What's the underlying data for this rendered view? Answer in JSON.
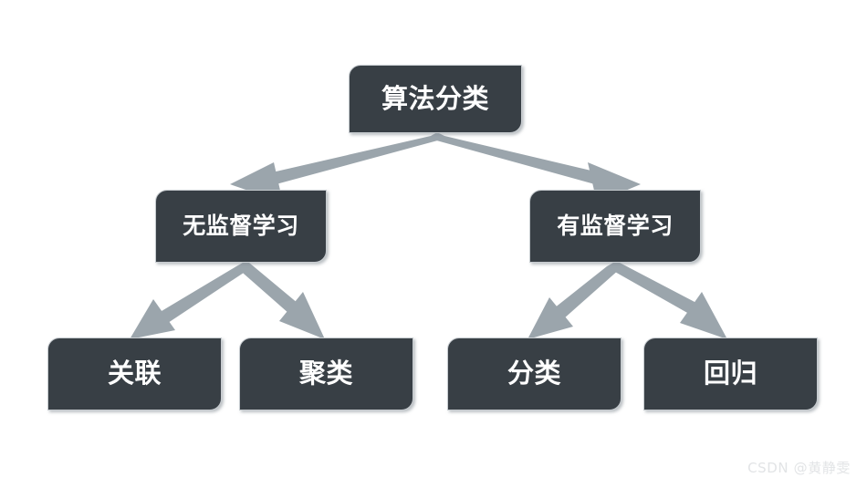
{
  "diagram": {
    "title_node": {
      "label": "算法分类"
    },
    "nodes": [
      {
        "id": "root",
        "label": "算法分类",
        "level": 0
      },
      {
        "id": "unsupervised",
        "label": "无监督学习",
        "level": 1
      },
      {
        "id": "supervised",
        "label": "有监督学习",
        "level": 1
      },
      {
        "id": "association",
        "label": "关联",
        "level": 2
      },
      {
        "id": "clustering",
        "label": "聚类",
        "level": 2
      },
      {
        "id": "classification",
        "label": "分类",
        "level": 2
      },
      {
        "id": "regression",
        "label": "回归",
        "level": 2
      }
    ],
    "edges": [
      {
        "from": "算法分类",
        "to": "无监督学习",
        "arrow": "arrow-icon"
      },
      {
        "from": "算法分类",
        "to": "有监督学习",
        "arrow": "arrow-icon"
      },
      {
        "from": "无监督学习",
        "to": "关联",
        "arrow": "arrow-icon"
      },
      {
        "from": "无监督学习",
        "to": "聚类",
        "arrow": "arrow-icon"
      },
      {
        "from": "有监督学习",
        "to": "分类",
        "arrow": "arrow-icon"
      },
      {
        "from": "有监督学习",
        "to": "回归",
        "arrow": "arrow-icon"
      }
    ],
    "colors": {
      "node_fill": "#383F45",
      "node_border": "#C8CDD1",
      "node_text": "#FFFFFF",
      "arrow": "#9BA5AC",
      "background": "#FFFFFF",
      "watermark_text": "#E2E4E6"
    }
  },
  "watermark": {
    "text": "CSDN @黄静雯"
  }
}
